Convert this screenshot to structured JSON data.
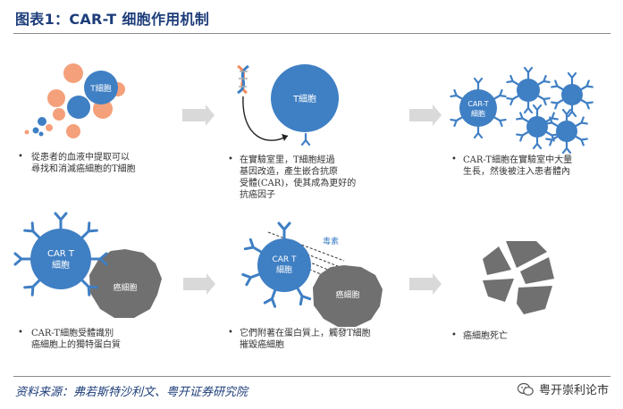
{
  "title": "图表1：CAR-T 细胞作用机制",
  "source": "资料来源：弗若斯特沙利文、粤开证券研究院",
  "watermark": "粤开崇利论市",
  "labels": {
    "t_cell": "T細胞",
    "t_cell_big": "T細胞",
    "cart_1": "CAR-T",
    "cart_2": "細胞",
    "cart_big_1": "CAR T",
    "cart_big_2": "細胞",
    "cart_mid_1": "CAR T",
    "cart_mid_2": "細胞",
    "cancer_cell_1": "癌細胞",
    "cancer_cell_2": "癌細胞",
    "toxin": "毒素"
  },
  "captions": {
    "step1": [
      "從患者的血液中提取可以",
      "尋找和消滅癌細胞的T細胞"
    ],
    "step2": [
      "在實驗室里，T細胞經過",
      "基因改造，產生嵌合抗原",
      "受體(CAR)，使其成為更好的",
      "抗癌因子"
    ],
    "step3": [
      "CAR-T細胞在實驗室中大量",
      "生長，然後被注入患者體內"
    ],
    "step4": [
      "CAR-T細胞受體識別",
      "癌細胞上的獨特蛋白質"
    ],
    "step5": [
      "它們附著在蛋白質上，觸發T細胞",
      "摧毀癌細胞"
    ],
    "step6": [
      "癌細胞死亡"
    ]
  },
  "colors": {
    "title": "#1d3d7a",
    "blue": "#3f7fc4",
    "orange": "#f4a07a",
    "arrow": "#d9d9d9",
    "cancer": "#707070"
  }
}
